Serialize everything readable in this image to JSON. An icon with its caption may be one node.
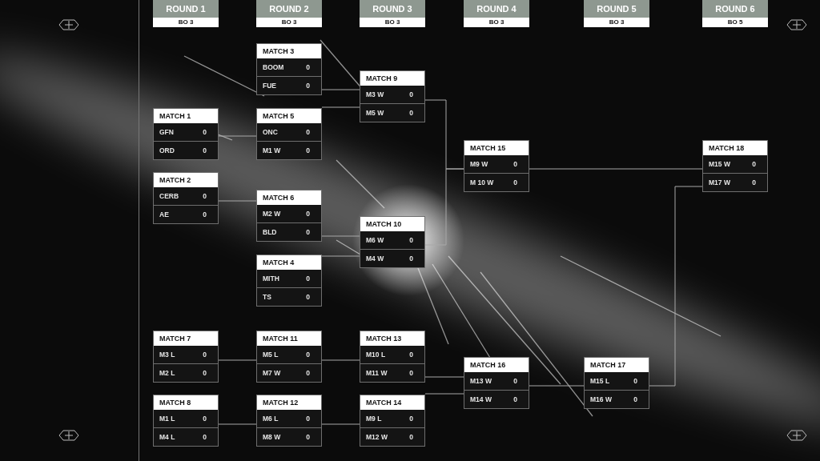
{
  "diagram": {
    "nodes": [
      {
        "text": [
          "ROUND 1",
          "BO 3"
        ]
      },
      {
        "text": [
          "ROUND 2",
          "BO 3"
        ]
      },
      {
        "text": [
          "ROUND 3",
          "BO 3"
        ]
      },
      {
        "text": [
          "ROUND 4",
          "BO 3"
        ]
      },
      {
        "text": [
          "ROUND 5",
          "BO 3"
        ]
      },
      {
        "text": [
          "ROUND 6",
          "BO 5"
        ]
      },
      {
        "text": [
          "MATCH 1",
          "GFN",
          "0",
          "ORD",
          "0"
        ]
      },
      {
        "text": [
          "MATCH 2",
          "CERB",
          "0",
          "AE",
          "0"
        ]
      },
      {
        "text": [
          "MATCH 3",
          "BOOM",
          "0",
          "FUE",
          "0"
        ]
      },
      {
        "text": [
          "MATCH 4",
          "MITH",
          "0",
          "TS",
          "0"
        ]
      },
      {
        "text": [
          "MATCH 5",
          "ONC",
          "0",
          "M1 W",
          "0"
        ]
      },
      {
        "text": [
          "MATCH 6",
          "M2 W",
          "0",
          "BLD",
          "0"
        ]
      },
      {
        "text": [
          "MATCH 7",
          "M3 L",
          "0",
          "M2 L",
          "0"
        ]
      },
      {
        "text": [
          "MATCH 8",
          "M1 L",
          "0",
          "M4 L",
          "0"
        ]
      },
      {
        "text": [
          "MATCH 9",
          "M3 W",
          "0",
          "M5 W",
          "0"
        ]
      },
      {
        "text": [
          "MATCH 10",
          "M6 W",
          "0",
          "M4 W",
          "0"
        ]
      },
      {
        "text": [
          "MATCH 11",
          "M5 L",
          "0",
          "M7 W",
          "0"
        ]
      },
      {
        "text": [
          "MATCH 12",
          "M6 L",
          "0",
          "M8 W",
          "0"
        ]
      },
      {
        "text": [
          "MATCH 13",
          "M10 L",
          "0",
          "M11 W",
          "0"
        ]
      },
      {
        "text": [
          "MATCH 14",
          "M9 L",
          "0",
          "M12 W",
          "0"
        ]
      },
      {
        "text": [
          "MATCH 15",
          "M9 W",
          "0",
          "M 10 W",
          "0"
        ]
      },
      {
        "text": [
          "MATCH 16",
          "M13 W",
          "0",
          "M14 W",
          "0"
        ]
      },
      {
        "text": [
          "MATCH 17",
          "M15 L",
          "0",
          "M16 W",
          "0"
        ]
      },
      {
        "text": [
          "MATCH 18",
          "M15 W",
          "0",
          "M17 W",
          "0"
        ]
      }
    ],
    "edges": [
      {
        "from": 6,
        "to": 10,
        "arrow": "none"
      },
      {
        "from": 7,
        "to": 11,
        "arrow": "none"
      },
      {
        "from": 8,
        "to": 14,
        "arrow": "none"
      },
      {
        "from": 10,
        "to": 14,
        "arrow": "none"
      },
      {
        "from": 11,
        "to": 15,
        "arrow": "none"
      },
      {
        "from": 9,
        "to": 15,
        "arrow": "none"
      },
      {
        "from": 14,
        "to": 20,
        "arrow": "none"
      },
      {
        "from": 15,
        "to": 20,
        "arrow": "none"
      },
      {
        "from": 20,
        "to": 23,
        "arrow": "none"
      },
      {
        "from": 12,
        "to": 16,
        "arrow": "none"
      },
      {
        "from": 16,
        "to": 18,
        "arrow": "none"
      },
      {
        "from": 13,
        "to": 17,
        "arrow": "none"
      },
      {
        "from": 17,
        "to": 19,
        "arrow": "none"
      },
      {
        "from": 18,
        "to": 21,
        "arrow": "none"
      },
      {
        "from": 19,
        "to": 21,
        "arrow": "none"
      },
      {
        "from": 21,
        "to": 22,
        "arrow": "none"
      },
      {
        "from": 22,
        "to": 23,
        "arrow": "none"
      }
    ]
  }
}
